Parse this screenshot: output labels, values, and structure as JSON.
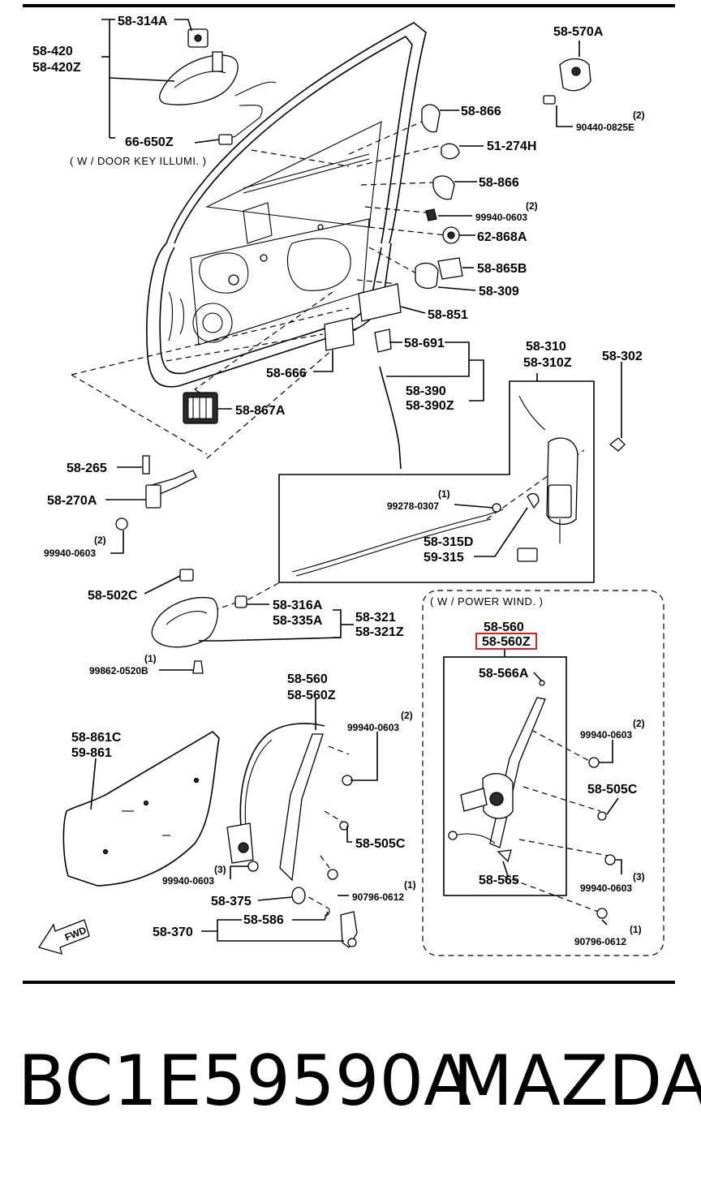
{
  "diagram": {
    "labels": {
      "l_314A": "58-314A",
      "l_420": "58-420",
      "l_420Z": "58-420Z",
      "l_650Z": "66-650Z",
      "l_570A": "58-570A",
      "l_866a": "58-866",
      "l_274H": "51-274H",
      "l_866b": "58-866",
      "l_868A": "62-868A",
      "l_865B": "58-865B",
      "l_309": "58-309",
      "l_851": "58-851",
      "l_666": "58-666",
      "l_691": "58-691",
      "l_390": "58-390",
      "l_390Z": "58-390Z",
      "l_310": "58-310",
      "l_310Z": "58-310Z",
      "l_302": "58-302",
      "l_867A": "58-867A",
      "l_265": "58-265",
      "l_270A": "58-270A",
      "l_315D": "58-315D",
      "l_59315": "59-315",
      "l_502C": "58-502C",
      "l_316A": "58-316A",
      "l_335A": "58-335A",
      "l_321": "58-321",
      "l_321Z": "58-321Z",
      "l_560pw": "58-560",
      "l_560Zpw": "58-560Z",
      "l_566A": "58-566A",
      "l_505Cpw": "58-505C",
      "l_565": "58-565",
      "l_560m": "58-560",
      "l_560Zm": "58-560Z",
      "l_861C": "58-861C",
      "l_59861": "59-861",
      "l_505Cm": "58-505C",
      "l_375": "58-375",
      "l_586": "58-586",
      "l_370": "58-370",
      "l_fwd": "FWD"
    },
    "small_labels": {
      "s_0825E": "90440-0825E",
      "s_0825E_q": "(2)",
      "s_0603a": "99940-0603",
      "s_0603a_q": "(2)",
      "s_0307": "99278-0307",
      "s_0307_q": "(1)",
      "s_0603b": "99940-0603",
      "s_0603b_q": "(2)",
      "s_0520B": "99862-0520B",
      "s_0520B_q": "(1)",
      "s_0603c": "99940-0603",
      "s_0603c_q": "(2)",
      "s_0603d": "99940-0603",
      "s_0603d_q": "(2)",
      "s_0603e": "99940-0603",
      "s_0603e_q": "(3)",
      "s_0612a": "90796-0612",
      "s_0612a_q": "(1)",
      "s_0603f": "99940-0603",
      "s_0603f_q": "(3)",
      "s_0612b": "90796-0612",
      "s_0612b_q": "(1)"
    },
    "notes": {
      "door_key_illum": "( W / DOOR KEY ILLUMI. )",
      "power_wind": "( W / POWER WIND. )"
    },
    "highlight_color": "#e02020"
  },
  "footer": {
    "part_number": "BC1E59590A",
    "brand": "MAZDA"
  }
}
